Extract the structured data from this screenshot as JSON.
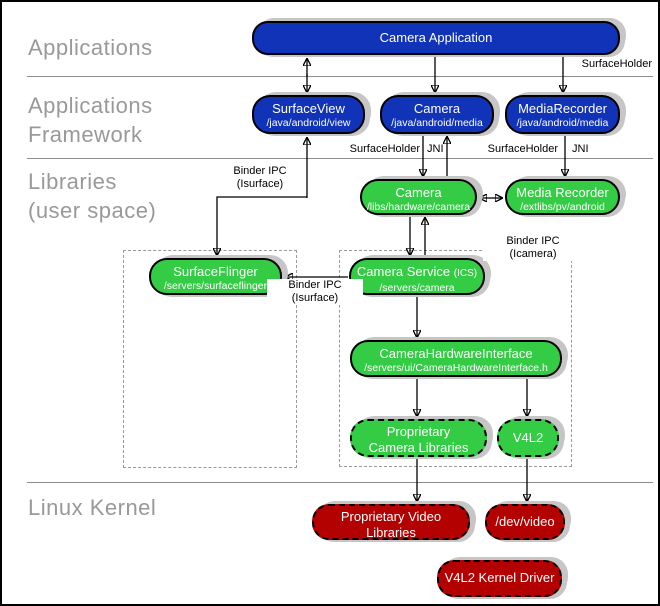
{
  "layers": {
    "applications": "Applications",
    "applications_framework": "Applications\nFramework",
    "libraries": "Libraries\n(user space)",
    "linux_kernel": "Linux Kernel"
  },
  "nodes": {
    "camera_app": {
      "title": "Camera Application"
    },
    "surface_view": {
      "title": "SurfaceView",
      "path": "/java/android/view"
    },
    "camera_api": {
      "title": "Camera",
      "path": "/java/android/media"
    },
    "media_recorder_api": {
      "title": "MediaRecorder",
      "path": "/java/android/media"
    },
    "camera_lib": {
      "title": "Camera",
      "path": "/libs/hardware/camera"
    },
    "media_recorder_lib": {
      "title": "Media Recorder",
      "path": "/extlibs/pv/android"
    },
    "surface_flinger": {
      "title": "SurfaceFlinger",
      "path": "/servers/surfaceflinger"
    },
    "camera_service": {
      "title": "Camera Service",
      "suffix": "(ICS)",
      "path": "/servers/camera"
    },
    "camera_hw_interface": {
      "title": "CameraHardwareInterface",
      "path": "/servers/ui/CameraHardwareInterface.h"
    },
    "proprietary_camera_libraries": {
      "title": "Proprietary Camera Libraries"
    },
    "v4l2": {
      "title": "V4L2"
    },
    "proprietary_video_libraries": {
      "title": "Proprietary Video Libraries"
    },
    "dev_video": {
      "title": "/dev/video"
    },
    "v4l2_kernel_driver": {
      "title": "V4L2 Kernel Driver"
    }
  },
  "edge_labels": {
    "surface_holder_top": "SurfaceHolder",
    "surface_holder_camera": "SurfaceHolder",
    "jni_camera": "JNI",
    "surface_holder_media": "SurfaceHolder",
    "jni_media": "JNI",
    "binder_ipc_isurface_upper": "Binder IPC\n(Isurface)",
    "binder_ipc_icamera": "Binder IPC\n(Icamera)",
    "binder_ipc_isurface_mid": "Binder IPC\n(Isurface)"
  },
  "colors": {
    "framework_blue": "#1133b8",
    "userspace_green": "#33cc44",
    "kernel_red": "#b30000",
    "layer_label_gray": "#999999"
  }
}
